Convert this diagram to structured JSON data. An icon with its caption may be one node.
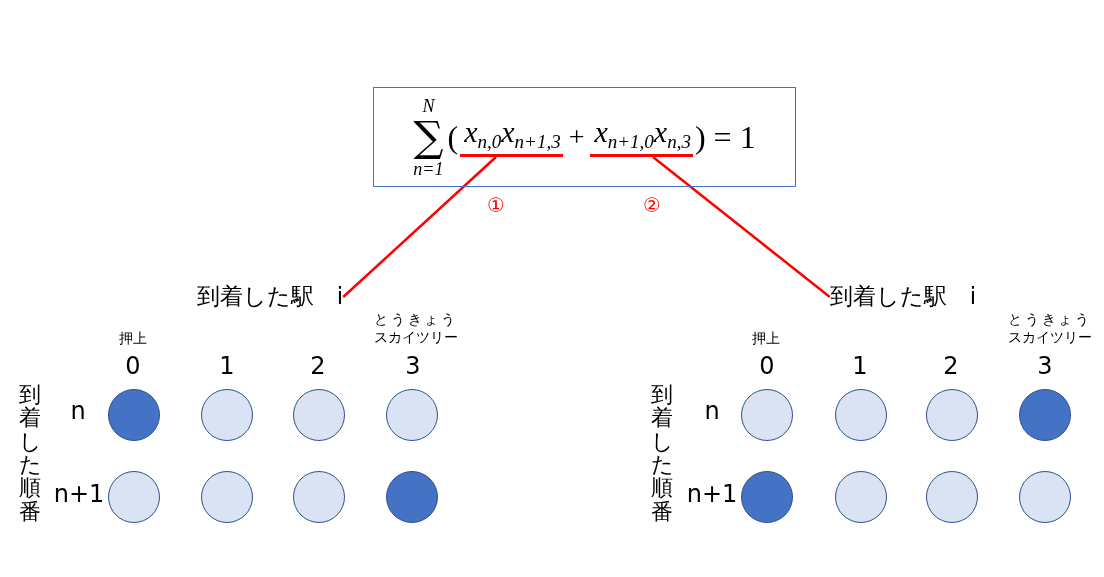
{
  "diagram": {
    "nodes": [
      {
        "text": [
          "∑$_{n=1}$$^{N}$",
          "(",
          "+",
          ") = 1"
        ]
      },
      {
        "text": [
          "x$_{n,0}$x$_{n+1,3}$"
        ],
        "in": 0
      },
      {
        "text": [
          "x$_{n+1,0}$x$_{n,3}$"
        ],
        "in": 0
      },
      {
        "text": [
          "到着した駅　i"
        ]
      },
      {
        "text": [],
        "shape": "circle"
      },
      {
        "text": [],
        "shape": "circle"
      },
      {
        "text": [],
        "shape": "circle"
      },
      {
        "text": [],
        "shape": "circle"
      },
      {
        "text": [],
        "shape": "circle"
      },
      {
        "text": [],
        "shape": "circle"
      },
      {
        "text": [],
        "shape": "circle"
      },
      {
        "text": [],
        "shape": "circle"
      },
      {
        "text": [
          "到着した駅　i"
        ]
      },
      {
        "text": [],
        "shape": "circle"
      },
      {
        "text": [],
        "shape": "circle"
      },
      {
        "text": [],
        "shape": "circle"
      },
      {
        "text": [],
        "shape": "circle"
      },
      {
        "text": [],
        "shape": "circle"
      },
      {
        "text": [],
        "shape": "circle"
      },
      {
        "text": [],
        "shape": "circle"
      },
      {
        "text": [],
        "shape": "circle"
      }
    ],
    "edges": [
      {
        "from": 1,
        "to": 3,
        "arrow": "none",
        "label": "①"
      },
      {
        "from": 2,
        "to": 12,
        "arrow": "none",
        "label": "②"
      }
    ],
    "labels": [
      "押上",
      "とうきょうスカイツリー",
      "0",
      "1",
      "2",
      "3",
      "到着した順番",
      "n",
      "n+1",
      "押上",
      "とうきょうスカイツリー",
      "0",
      "1",
      "2",
      "3",
      "到着した順番",
      "n",
      "n+1"
    ]
  }
}
